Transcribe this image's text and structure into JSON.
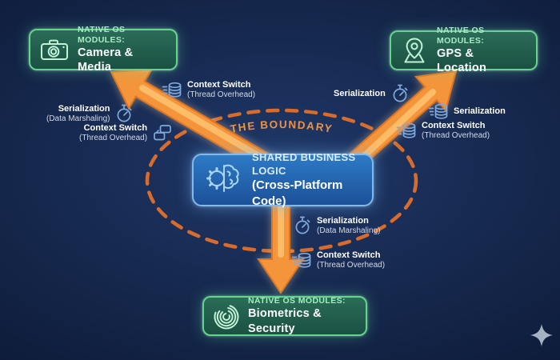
{
  "colors": {
    "background_navy": "#13244a",
    "arrow_orange": "#f5953a",
    "arrow_core_orange": "#ffc873",
    "boundary_dash_orange": "#e2702a",
    "boundary_text_orange": "#ec9247",
    "module_border_green": "#63d68c",
    "module_eyebrow_green": "#a5ecc3",
    "core_border_blue": "#82b9ea",
    "core_fill_blue": "#2468b0",
    "label_icon_blue": "#7fa9dc",
    "sparkle_gray": "#b3bfcf"
  },
  "boundary": {
    "label": "THE BOUNDARY"
  },
  "center_box": {
    "icon": "gear-brain-icon",
    "title": "SHARED BUSINESS LOGIC",
    "subtitle": "(Cross-Platform Code)"
  },
  "modules": [
    {
      "icon": "camera-icon",
      "eyebrow": "NATIVE OS MODULES:",
      "name": "Camera & Media"
    },
    {
      "icon": "map-pin-icon",
      "eyebrow": "NATIVE OS MODULES:",
      "name": "GPS & Location"
    },
    {
      "icon": "fingerprint-icon",
      "eyebrow": "NATIVE OS MODULES:",
      "name": "Biometrics & Security"
    }
  ],
  "cost_labels": [
    {
      "icon": "database-icon",
      "line1": "Context Switch",
      "line2": "(Thread Overhead)"
    },
    {
      "icon": "stopwatch-icon",
      "line1": "Serialization",
      "line2": "(Data Marshaling)"
    },
    {
      "icon": "window-switch-icon",
      "line1": "Context Switch",
      "line2": "(Thread Overhead)"
    },
    {
      "icon": "stopwatch-icon",
      "line1": "Serialization",
      "line2": ""
    },
    {
      "icon": "database-icon",
      "line1": "Serialization",
      "line2": ""
    },
    {
      "icon": "database-icon",
      "line1": "Context Switch",
      "line2": "(Thread Overhead)"
    },
    {
      "icon": "stopwatch-icon",
      "line1": "Serialization",
      "line2": "(Data Marshaling)"
    },
    {
      "icon": "database-icon",
      "line1": "Context Switch",
      "line2": "(Thread Overhead)"
    }
  ],
  "decor": {
    "sparkle": "four-point-star"
  }
}
